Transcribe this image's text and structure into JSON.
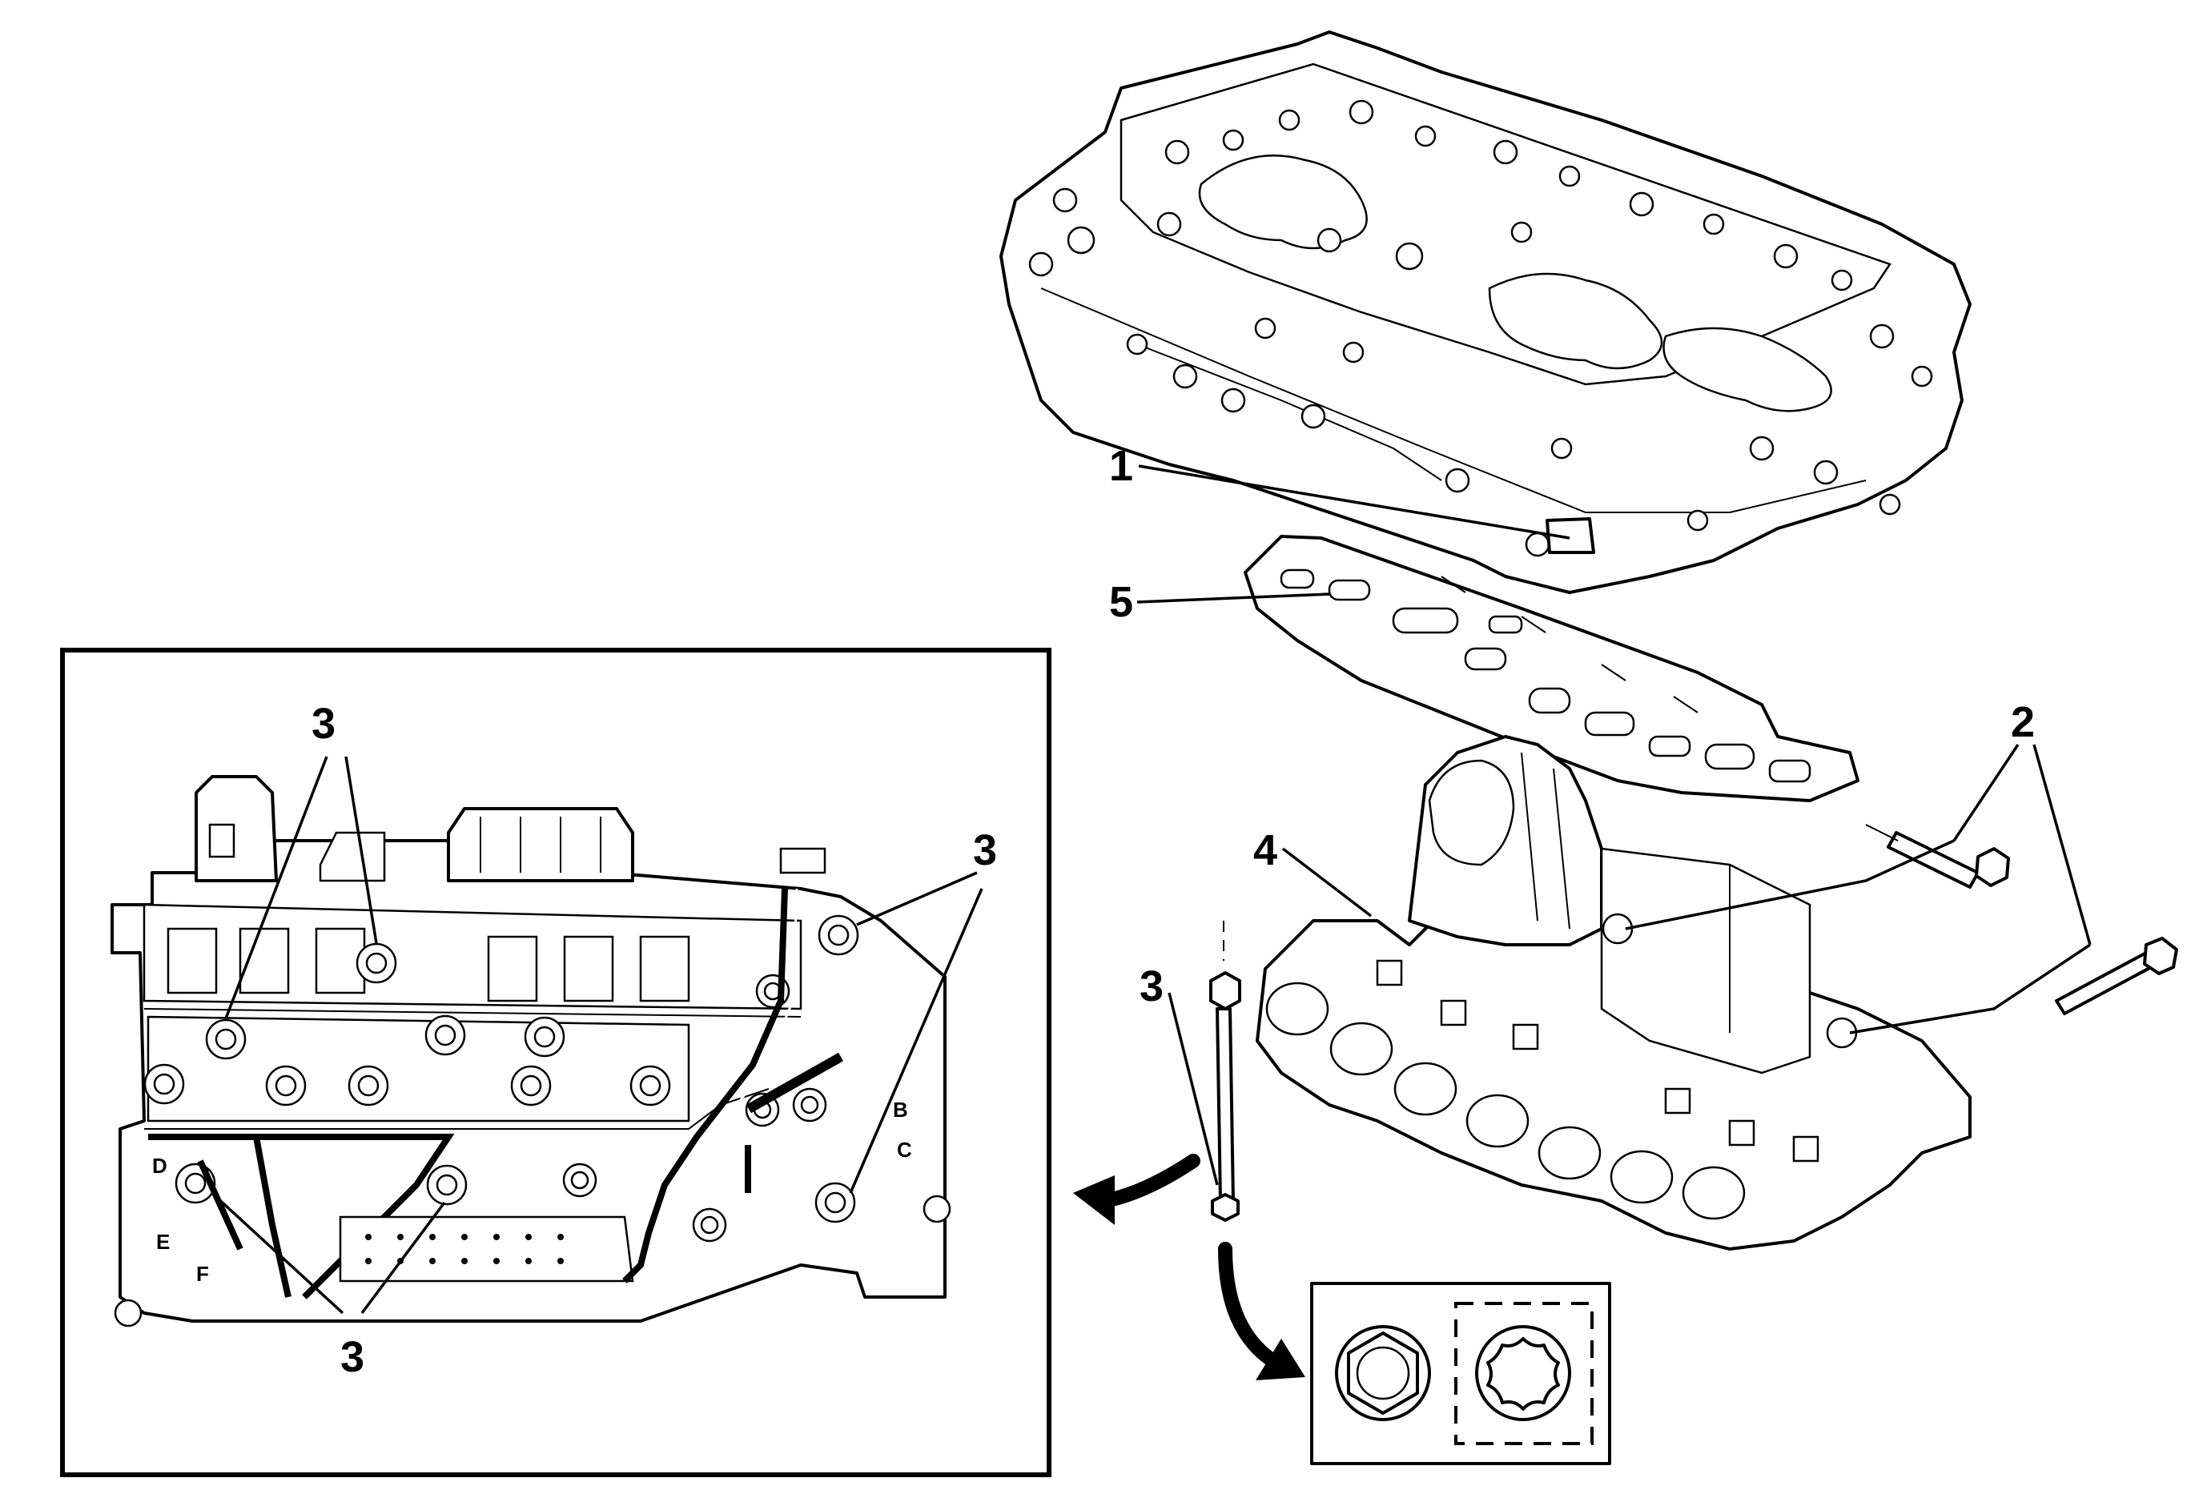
{
  "callouts": {
    "c1": "1",
    "c2": "2",
    "c3": "3",
    "c4": "4",
    "c5": "5"
  },
  "inset": {
    "c3_top": "3",
    "c3_right": "3",
    "c3_bottom": "3",
    "letter_b": "B",
    "letter_c": "C",
    "letter_d": "D",
    "letter_e": "E",
    "letter_f": "F"
  },
  "colors": {
    "line": "#000000",
    "background": "#ffffff",
    "shade": "#d9d9d9"
  }
}
